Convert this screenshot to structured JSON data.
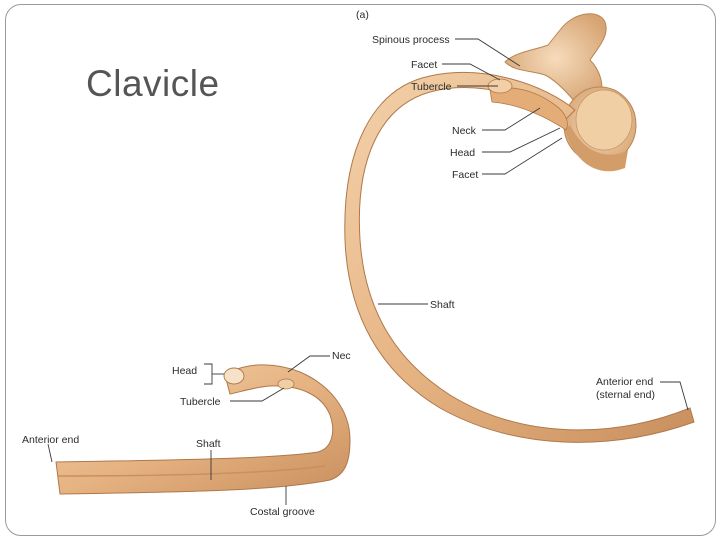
{
  "slide": {
    "title": "Clavicle"
  },
  "figure_a": {
    "panel_label": "(a)",
    "labels": {
      "spinous_process": "Spinous process",
      "facet_top": "Facet",
      "tubercle": "Tubercle",
      "neck": "Neck",
      "head": "Head",
      "facet_bottom": "Facet",
      "shaft": "Shaft",
      "anterior_end_line1": "Anterior end",
      "anterior_end_line2": "(sternal end)"
    }
  },
  "figure_b": {
    "labels": {
      "head": "Head",
      "neck": "Nec",
      "tubercle": "Tubercle",
      "anterior_end": "Anterior end",
      "shaft": "Shaft",
      "costal_groove": "Costal groove"
    }
  },
  "colors": {
    "bone": "#e8b98a",
    "bone_dark": "#c98f5e",
    "bone_light": "#f6d9b6",
    "vertebra": "#efc99e"
  }
}
